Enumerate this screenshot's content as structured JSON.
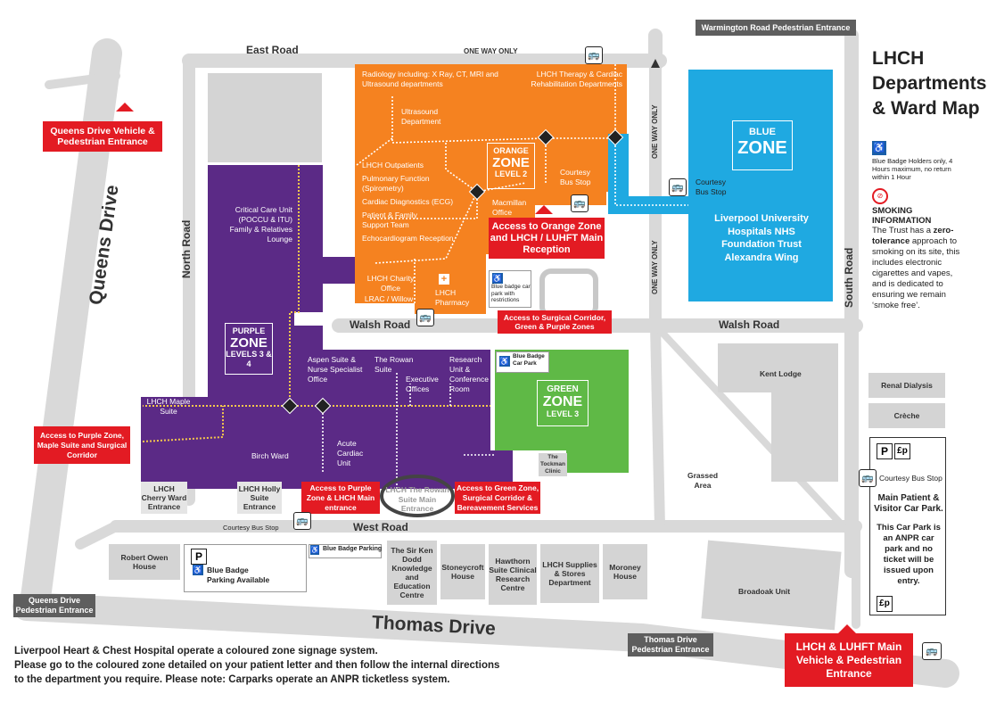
{
  "title": [
    "LHCH",
    "Departments",
    "& Ward Map"
  ],
  "roads": {
    "east_road": "East Road",
    "queens_drive": "Queens Drive",
    "north_road": "North Road",
    "walsh_road_left": "Walsh Road",
    "walsh_road_right": "Walsh Road",
    "west_road": "West Road",
    "south_road": "South Road",
    "thomas_drive": "Thomas Drive",
    "one_way_top": "ONE WAY ONLY",
    "one_way_mid": "ONE WAY ONLY",
    "one_way_low": "ONE WAY ONLY"
  },
  "entrances": {
    "warrington": "Warmington Road Pedestrian Entrance",
    "queens_vehicle": "Queens Drive Vehicle & Pedestrian Entrance",
    "queens_pedestrian": "Queens Drive Pedestrian Entrance",
    "thomas_pedestrian": "Thomas Drive Pedestrian Entrance",
    "main_vehicle": "LHCH  & LUHFT Main Vehicle & Pedestrian Entrance"
  },
  "zones": {
    "orange": {
      "name": "ORANGE ZONE",
      "sub": "ORANGE",
      "big": "ZONE",
      "level": "LEVEL 2"
    },
    "blue": {
      "name": "BLUE",
      "big": "ZONE",
      "desc": "Liverpool University Hospitals NHS Foundation Trust Alexandra Wing"
    },
    "purple": {
      "name": "PURPLE",
      "big": "ZONE",
      "level": "LEVELS 3 & 4"
    },
    "green": {
      "name": "GREEN",
      "big": "ZONE",
      "level": "LEVEL 3"
    }
  },
  "orange_labels": {
    "radiology": "Radiology including: X Ray, CT, MRI and Ultrasound departments",
    "therapy": "LHCH Therapy & Cardiac Rehabilitation Departments",
    "ultrasound": "Ultrasound Department",
    "outpatients": "LHCH Outpatients",
    "pulmonary": "Pulmonary Function (Spirometry)",
    "ecg": "Cardiac Diagnostics (ECG)",
    "support": "Patient & Family Support Team",
    "echo": "Echocardiogram Reception",
    "courtesy": "Courtesy Bus Stop",
    "macmillan": "Macmillan Office",
    "charity": "LHCH Charity Office",
    "lrac": "LRAC / Willow Suite",
    "pharmacy": "LHCH Pharmacy",
    "bluebadge_restricted": "Blue badge car park with restrictions"
  },
  "purple_labels": {
    "critical": "Critical Care Unit (POCCU & ITU) Family & Relatives Lounge",
    "maple": "LHCH Maple Suite",
    "aspen": "Aspen Suite & Nurse Specialist Office",
    "rowan": "The Rowan Suite",
    "research": "Research Unit & Conference Room",
    "exec": "Executive Offices",
    "birch": "Birch Ward",
    "acute": "Acute Cardiac Unit",
    "cherry": "LHCH Cherry Ward Entrance",
    "holly": "LHCH Holly Suite Entrance",
    "rowan_main": "LHCH The Rowan Suite Main Entrance",
    "tockman": "The Tockman Clinic"
  },
  "access_labels": {
    "orange_reception": "Access to Orange Zone and LHCH / LUHFT Main Reception",
    "surgical": "Access to Surgical Corridor, Green & Purple Zones",
    "purple_maple": "Access to Purple Zone, Maple Suite and Surgical Corridor",
    "purple_main": "Access to Purple Zone & LHCH Main entrance",
    "green_access": "Access to Green Zone, Surgical Corridor & Bereavement Services"
  },
  "buildings": {
    "kent": "Kent Lodge",
    "renal": "Renal Dialysis",
    "creche": "Crèche",
    "robert": "Robert Owen House",
    "kendodd": "The Sir Ken Dodd Knowledge and Education Centre",
    "stoneycroft": "Stoneycroft House",
    "hawthorn": "Hawthorn Suite Clinical Research Centre",
    "supplies": "LHCH Supplies & Stores Department",
    "moroney": "Moroney House",
    "broadoak": "Broadoak Unit",
    "grassed": "Grassed Area"
  },
  "misc": {
    "blue_badge_carpark": "Blue Badge Car Park",
    "blue_badge_parking": "Blue Badge Parking",
    "bb_parking_available": "Blue Badge Parking Available",
    "courtesy_west": "Courtesy Bus Stop",
    "courtesy_blue": "Courtesy Bus Stop",
    "courtesy_right": "Courtesy Bus Stop",
    "one_way_only": "ONE WAY ONLY"
  },
  "legend": {
    "blue_badge": "Blue Badge Holders only, 4 Hours maximum, no return within 1 Hour",
    "smoking_title": "SMOKING INFORMATION",
    "smoking_text_1": "The Trust has a",
    "smoking_bold": "zero-tolerance",
    "smoking_text_2": "approach to smoking on its site, this includes electronic cigarettes and vapes, and is dedicated to ensuring we remain ‘smoke free’.",
    "car_park_title": "Main Patient & Visitor Car Park.",
    "car_park_text": "This Car Park is an ANPR car park and no ticket will be issued upon entry.",
    "p_label": "P",
    "fp_label": "£p"
  },
  "footer": [
    "Liverpool Heart & Chest Hospital operate a coloured zone signage system.",
    "Please go to the coloured zone detailed on your patient letter and then follow the internal directions",
    "to the department you require. Please note: Carparks operate an ANPR ticketless system."
  ],
  "colors": {
    "orange": "#f58220",
    "blue": "#1fa9e1",
    "purple": "#5b2a86",
    "green": "#5fb946",
    "red": "#e31b23",
    "road": "#d9d9d9"
  }
}
